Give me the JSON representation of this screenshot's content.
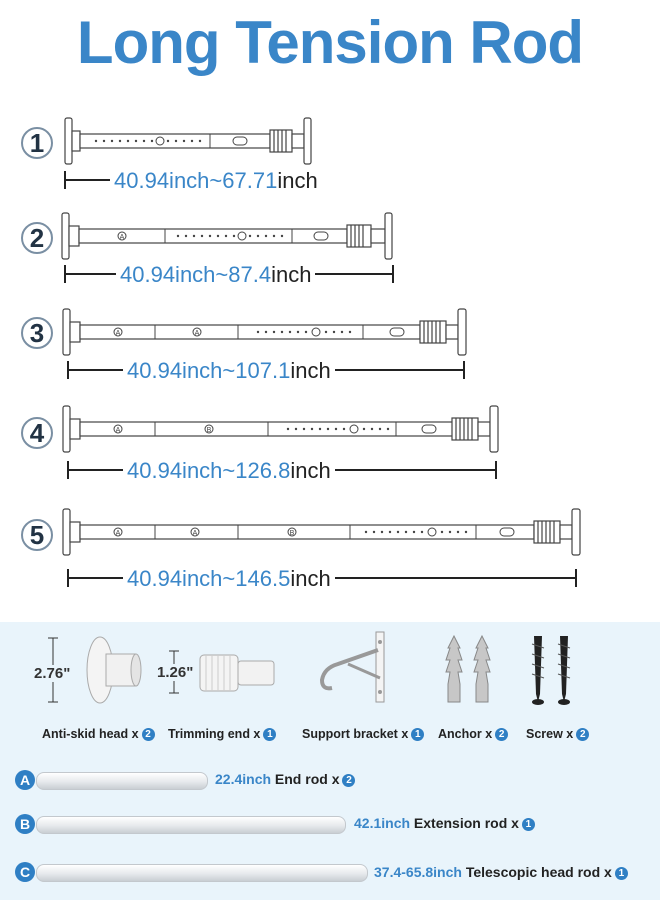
{
  "title": "Long Tension Rod",
  "configs": [
    {
      "num": "1",
      "value": "40.94inch~67.71",
      "unit": "inch"
    },
    {
      "num": "2",
      "value": "40.94inch~87.4",
      "unit": "inch"
    },
    {
      "num": "3",
      "value": "40.94inch~107.1",
      "unit": "inch"
    },
    {
      "num": "4",
      "value": "40.94inch~126.8",
      "unit": "inch"
    },
    {
      "num": "5",
      "value": "40.94inch~146.5",
      "unit": "inch"
    }
  ],
  "segment_letters": {
    "a": "A",
    "b": "B",
    "c": "C"
  },
  "accessories": [
    {
      "label": "Anti-skid head x",
      "qty": "2",
      "dim": "2.76\""
    },
    {
      "label": "Trimming end x",
      "qty": "1",
      "dim": "1.26\""
    },
    {
      "label": "Support bracket x",
      "qty": "1"
    },
    {
      "label": "Anchor x",
      "qty": "2"
    },
    {
      "label": "Screw x",
      "qty": "2"
    }
  ],
  "parts": [
    {
      "letter": "A",
      "size": "22.4inch",
      "name": "End rod x",
      "qty": "2"
    },
    {
      "letter": "B",
      "size": "42.1inch",
      "name": "Extension rod x",
      "qty": "1"
    },
    {
      "letter": "C",
      "size": "37.4-65.8inch",
      "name": "Telescopic head rod x",
      "qty": "1"
    }
  ],
  "colors": {
    "accent": "#3a86c8",
    "badge": "#2f7fc4",
    "panel": "#e9f4fb"
  }
}
